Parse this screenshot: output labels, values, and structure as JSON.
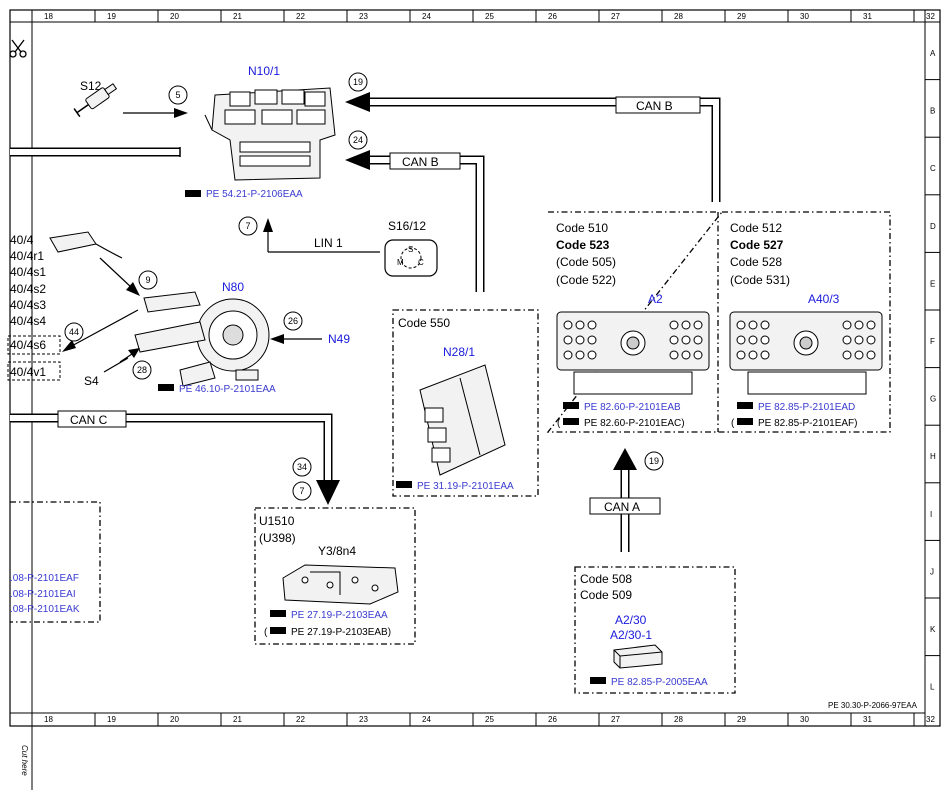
{
  "ruler_top": [
    "18",
    "19",
    "20",
    "21",
    "22",
    "23",
    "24",
    "25",
    "26",
    "27",
    "28",
    "29",
    "30",
    "31",
    "32"
  ],
  "ruler_bottom": [
    "18",
    "19",
    "20",
    "21",
    "22",
    "23",
    "24",
    "25",
    "26",
    "27",
    "28",
    "29",
    "30",
    "31",
    "32"
  ],
  "ruler_right": [
    "A",
    "B",
    "C",
    "D",
    "E",
    "F",
    "G",
    "H",
    "I",
    "J",
    "K",
    "L"
  ],
  "doc_ref": "PE 30.30-P-2066-97EAA",
  "cut_label": "Cut here",
  "labels": {
    "s12": "S12",
    "n10_1": "N10/1",
    "n10_1_ref": "PE 54.21-P-2106EAA",
    "can_b_1": "CAN B",
    "can_b_2": "CAN B",
    "can_c": "CAN C",
    "can_a": "CAN A",
    "lin1": "LIN 1",
    "s16_12": "S16/12",
    "n80": "N80",
    "n80_ref": "PE 46.10-P-2101EAA",
    "n49": "N49",
    "s4": "S4",
    "s40_list": [
      "40/4",
      "40/4r1",
      "40/4s1",
      "40/4s2",
      "40/4s3",
      "40/4s4",
      "40/4s6",
      "40/4v1"
    ],
    "code550": "Code 550",
    "n28_1": "N28/1",
    "n28_1_ref": "PE 31.19-P-2101EAA",
    "a2_codes": [
      "Code 510",
      "Code 523",
      "(Code 505)",
      "(Code 522)"
    ],
    "a2": "A2",
    "a2_ref1": "PE 82.60-P-2101EAB",
    "a2_ref2": "PE 82.60-P-2101EAC)",
    "a40_codes": [
      "Code 512",
      "Code 527",
      "Code 528",
      "(Code 531)"
    ],
    "a40_3": "A40/3",
    "a40_ref1": "PE 82.85-P-2101EAD",
    "a40_ref2": "PE 82.85-P-2101EAF)",
    "u1510": "U1510",
    "u398": "(U398)",
    "y3_8n4": "Y3/8n4",
    "y3_ref1": "PE 27.19-P-2103EAA",
    "y3_ref2": "PE 27.19-P-2103EAB)",
    "left_refs": [
      ".08-P-2101EAF",
      ".08-P-2101EAI",
      ".08-P-2101EAK"
    ],
    "a2_30_codes": [
      "Code 508",
      "Code 509"
    ],
    "a2_30": "A2/30",
    "a2_30_1": "A2/30-1",
    "a2_30_ref": "PE 82.85-P-2005EAA",
    "s16_letters": [
      "S",
      "M",
      "C"
    ]
  },
  "circles": [
    "5",
    "19",
    "24",
    "7",
    "9",
    "26",
    "44",
    "28",
    "34",
    "7",
    "19"
  ]
}
